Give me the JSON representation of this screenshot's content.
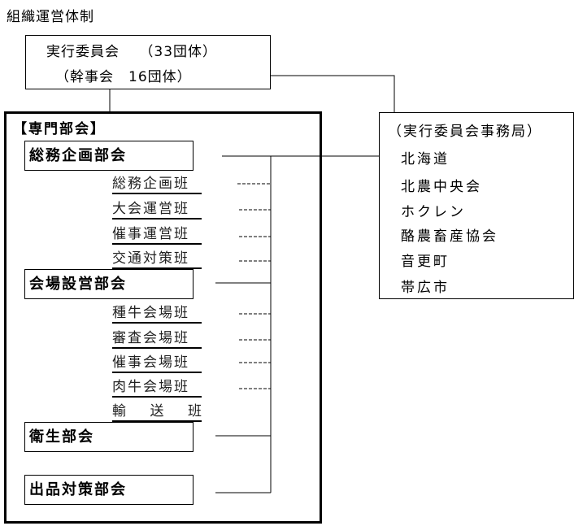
{
  "title": "組織運営体制",
  "executive_committee": {
    "line1": "実行委員会　 （33団体）",
    "line2": "（幹事会　16団体）"
  },
  "specialized_committees": {
    "label": "【専門部会】",
    "departments": [
      {
        "name": "総務企画部会",
        "teams": [
          "総務企画班",
          "大会運営班",
          "催事運営班",
          "交通対策班"
        ]
      },
      {
        "name": "会場設営部会",
        "teams": [
          "種牛会場班",
          "審査会場班",
          "催事会場班",
          "肉牛会場班",
          "輸　送　班"
        ]
      },
      {
        "name": "衛生部会",
        "teams": []
      },
      {
        "name": "出品対策部会",
        "teams": []
      }
    ]
  },
  "secretariat": {
    "title": "（実行委員会事務局）",
    "members": [
      "北海道",
      "北農中央会",
      "ホクレン",
      "酪農畜産協会",
      "音更町",
      "帯広市"
    ]
  },
  "transport_team_chars": [
    "輸",
    "送",
    "班"
  ]
}
